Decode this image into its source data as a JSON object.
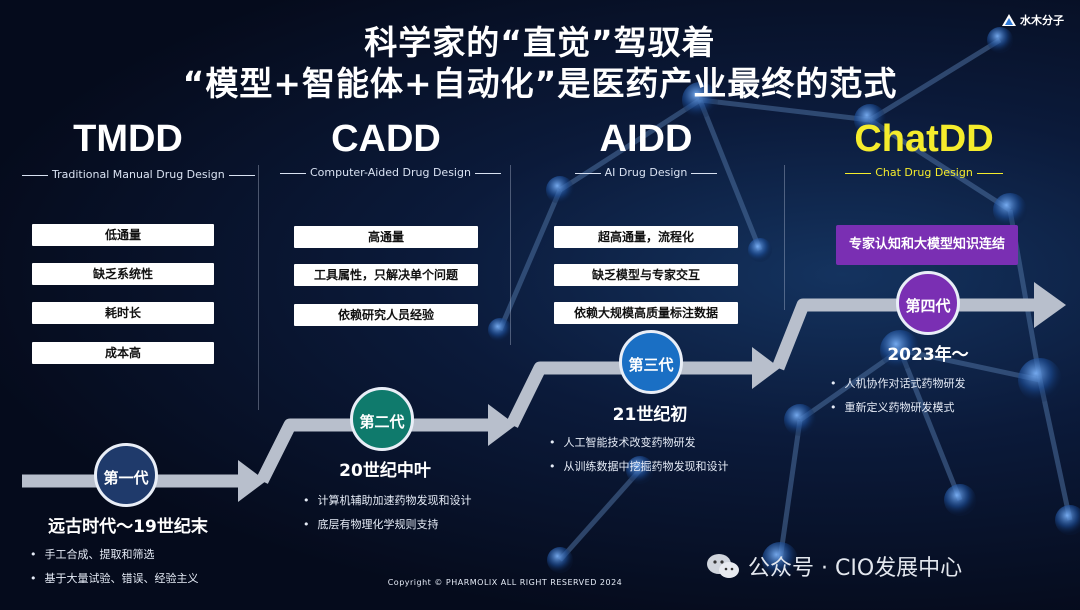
{
  "title": {
    "line1": "科学家的“直觉”驾驭着",
    "line2": "“模型+智能体+自动化”是医药产业最终的范式"
  },
  "logo": {
    "text": "水木分子"
  },
  "eras": [
    {
      "name": "TMDD",
      "subtitle": "Traditional Manual Drug Design",
      "items": [
        "低通量",
        "缺乏系统性",
        "耗时长",
        "成本高"
      ],
      "generation": "第一代",
      "period": "远古时代～19世纪末",
      "bullets": [
        "手工合成、提取和筛选",
        "基于大量试验、错误、经验主义"
      ]
    },
    {
      "name": "CADD",
      "subtitle": "Computer-Aided Drug Design",
      "items": [
        "高通量",
        "工具属性，只解决单个问题",
        "依赖研究人员经验"
      ],
      "generation": "第二代",
      "period": "20世纪中叶",
      "bullets": [
        "计算机辅助加速药物发现和设计",
        "底层有物理化学规则支持"
      ]
    },
    {
      "name": "AIDD",
      "subtitle": "AI Drug Design",
      "items": [
        "超高通量，流程化",
        "缺乏模型与专家交互",
        "依赖大规模高质量标注数据"
      ],
      "generation": "第三代",
      "period": "21世纪初",
      "bullets": [
        "人工智能技术改变药物研发",
        "从训练数据中挖掘药物发现和设计"
      ]
    },
    {
      "name": "ChatDD",
      "subtitle": "Chat Drug Design",
      "items": [
        "专家认知和大模型知识连结"
      ],
      "generation": "第四代",
      "period": "2023年～",
      "bullets": [
        "人机协作对话式药物研发",
        "重新定义药物研发模式"
      ]
    }
  ],
  "colors": {
    "chatdd_title": "#f5ec2c",
    "gen1": "#1f3a6b",
    "gen2": "#0f7a6c",
    "gen3": "#1a6fc4",
    "gen4": "#7a2fb3",
    "arrow": "#b8bfcc"
  },
  "copyright": "Copyright © PHARMOLIX ALL RIGHT RESERVED 2024",
  "watermark": "公众号 · CIO发展中心"
}
